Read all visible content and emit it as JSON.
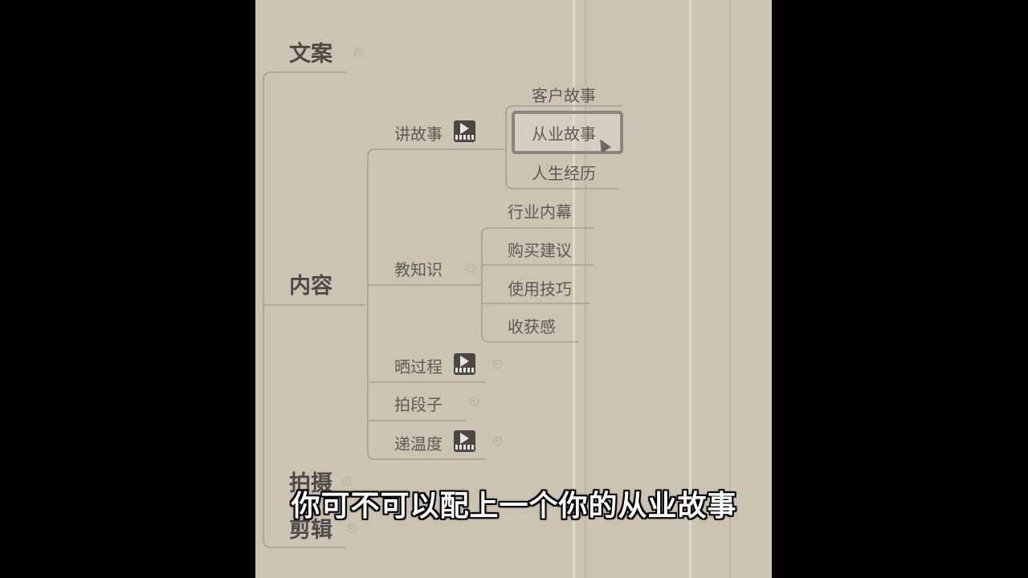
{
  "mindmap": {
    "main_nodes": [
      "文案",
      "内容",
      "拍摄",
      "剪辑"
    ],
    "content_branches": {
      "story": "讲故事",
      "knowledge": "教知识",
      "process": "晒过程",
      "skit": "拍段子",
      "warmth": "递温度"
    },
    "story_leaves": [
      "客户故事",
      "从业故事",
      "人生经历"
    ],
    "knowledge_leaves": [
      "行业内幕",
      "购买建议",
      "使用技巧",
      "收获感"
    ],
    "selected_node": "从业故事"
  },
  "subtitle": "你可不可以配上一个你的从业故事",
  "colors": {
    "background": "#000000",
    "paper": "#cdc3b3",
    "text": "#5e5a55",
    "connector": "#a79f93",
    "subtitle_text": "#ffffff"
  },
  "icons": [
    "video-icon",
    "collapse-dot-icon",
    "mouse-cursor-icon"
  ]
}
